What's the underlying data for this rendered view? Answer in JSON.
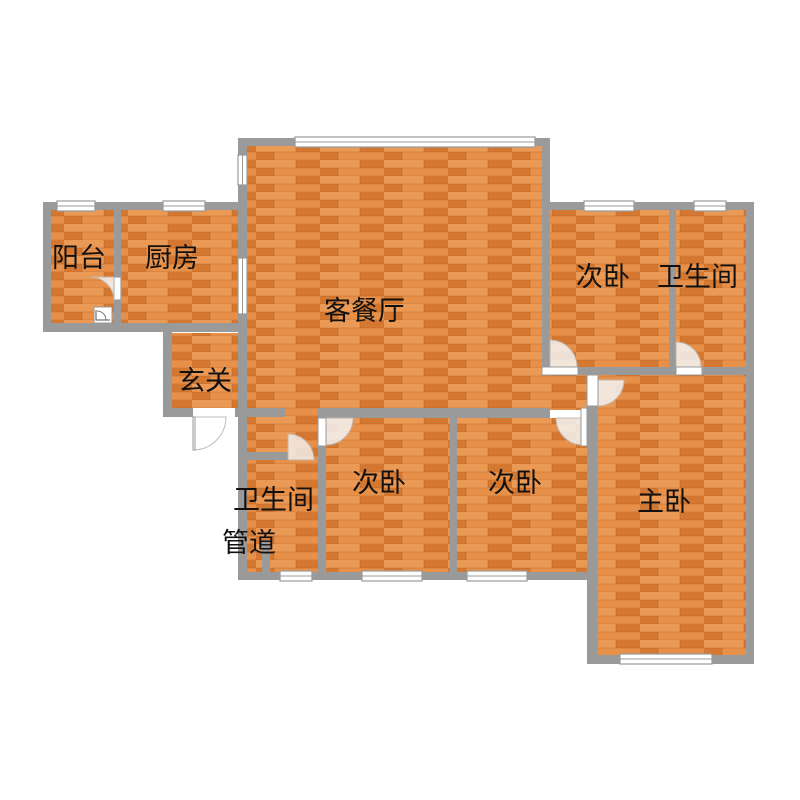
{
  "colors": {
    "wall": "#9a9a9a",
    "floor_base": "#e0823a",
    "floor_light": "#eb9a55",
    "floor_dark": "#c96d28",
    "window_frame": "#9a9a9a",
    "window_glass": "#ffffff"
  },
  "rooms": {
    "balcony": "阳台",
    "kitchen": "厨房",
    "living_dining": "客餐厅",
    "secondary_bedroom_top": "次卧",
    "bathroom_top": "卫生间",
    "entrance": "玄关",
    "secondary_bedroom_left": "次卧",
    "secondary_bedroom_right": "次卧",
    "master_bedroom": "主卧",
    "bathroom_bottom": "卫生间",
    "pipe_shaft": "管道"
  }
}
